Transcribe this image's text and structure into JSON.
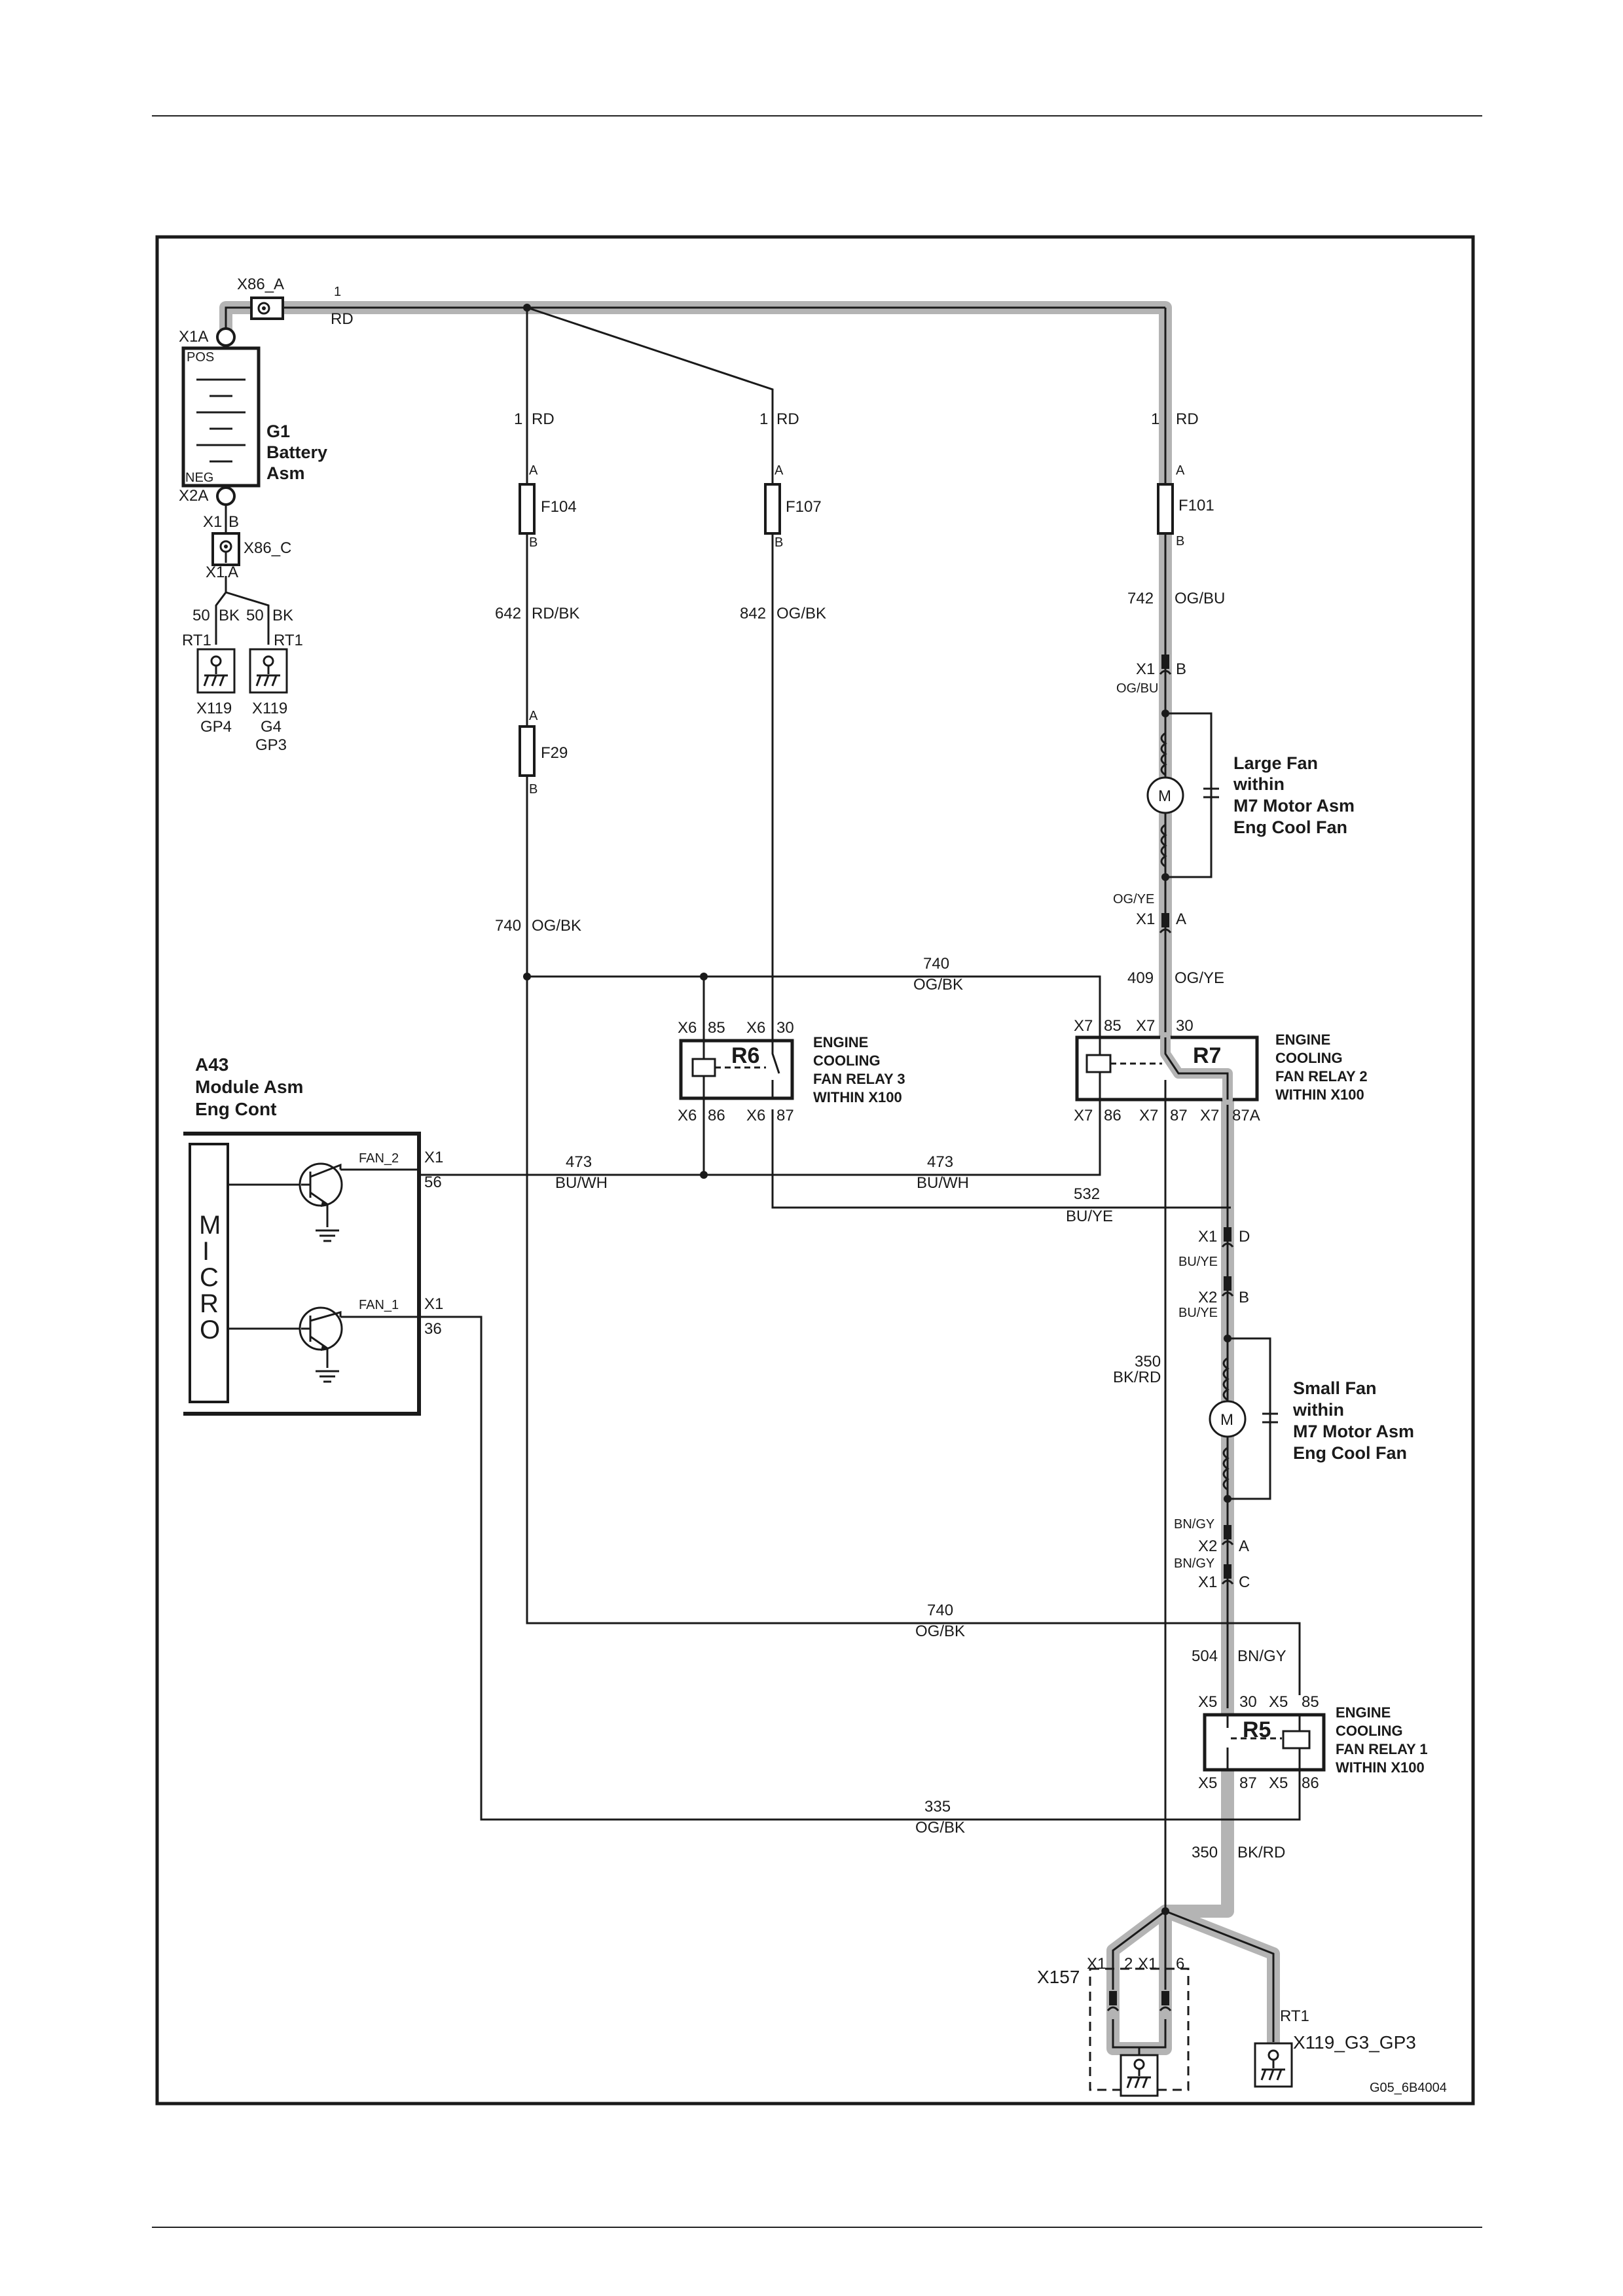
{
  "battery": {
    "ref": "X86_A",
    "circuit": "1",
    "color": "RD",
    "name": "G1",
    "name2": "Battery",
    "name3": "Asm",
    "pos": "POS",
    "neg": "NEG",
    "x1a": "X1A",
    "x2a": "X2A",
    "x1": "X1",
    "b": "B",
    "xc": "X86_C",
    "a": "A"
  },
  "grounds": {
    "w1": "50",
    "c1": "BK",
    "rt": "RT1",
    "g1a": "X119",
    "g1b": "GP4",
    "g2a": "X119",
    "g2b": "G4",
    "g2c": "GP3"
  },
  "f104": {
    "circuit": "1",
    "color": "RD",
    "name": "F104",
    "a": "A",
    "b": "B",
    "out": "642",
    "outc": "RD/BK"
  },
  "f29": {
    "name": "F29",
    "a": "A",
    "b": "B",
    "out": "740",
    "outc": "OG/BK"
  },
  "f107": {
    "circuit": "1",
    "color": "RD",
    "name": "F107",
    "a": "A",
    "b": "B",
    "out": "842",
    "outc": "OG/BK"
  },
  "f101": {
    "circuit": "1",
    "color": "RD",
    "name": "F101",
    "a": "A",
    "b": "B",
    "out": "742",
    "outc": "OG/BU"
  },
  "largefan": {
    "x1": "X1",
    "b": "B",
    "c1": "OG/BU",
    "c2": "OG/YE",
    "a": "A",
    "l1": "Large Fan",
    "l2": "within",
    "l3": "M7 Motor Asm",
    "l4": "Eng Cool Fan",
    "m": "M",
    "out": "409",
    "outc": "OG/YE"
  },
  "bus740": {
    "n": "740",
    "c": "OG/BK"
  },
  "r6": {
    "name": "R6",
    "x6": "X6",
    "p85": "85",
    "p30": "30",
    "p86": "86",
    "p87": "87",
    "l1": "ENGINE",
    "l2": "COOLING",
    "l3": "FAN RELAY 3",
    "l4": "WITHIN X100"
  },
  "r7": {
    "name": "R7",
    "x7": "X7",
    "p85": "85",
    "p30": "30",
    "p86": "86",
    "p87": "87",
    "p87a": "87A",
    "l1": "ENGINE",
    "l2": "COOLING",
    "l3": "FAN RELAY 2",
    "l4": "WITHIN X100"
  },
  "ecm": {
    "l1": "A43",
    "l2": "Module Asm",
    "l3": "Eng Cont",
    "micro": [
      "M",
      "I",
      "C",
      "R",
      "O"
    ],
    "fan2": "FAN_2",
    "fan1": "FAN_1",
    "x1": "X1",
    "p56": "56",
    "p36": "36"
  },
  "w473": {
    "n": "473",
    "c": "BU/WH"
  },
  "w532": {
    "n": "532",
    "c": "BU/YE"
  },
  "smallfan": {
    "x1": "X1",
    "d": "D",
    "c1": "BU/YE",
    "x2": "X2",
    "b": "B",
    "c2": "BU/YE",
    "l1": "Small Fan",
    "l2": "within",
    "l3": "M7 Motor Asm",
    "l4": "Eng Cool Fan",
    "m": "M",
    "c3": "BN/GY",
    "a": "A",
    "c4": "BN/GY",
    "c": "C"
  },
  "w350": {
    "n": "350",
    "c": "BK/RD"
  },
  "w740b": {
    "n": "740",
    "c": "OG/BK"
  },
  "w504": {
    "n": "504",
    "c": "BN/GY"
  },
  "r5": {
    "name": "R5",
    "x5": "X5",
    "p30": "30",
    "p85": "85",
    "p87": "87",
    "p86": "86",
    "l1": "ENGINE",
    "l2": "COOLING",
    "l3": "FAN RELAY 1",
    "l4": "WITHIN X100"
  },
  "w335": {
    "n": "335",
    "c": "OG/BK"
  },
  "w350b": {
    "n": "350",
    "c": "BK/RD"
  },
  "gnd": {
    "x157": "X157",
    "x1": "X1",
    "p2": "2",
    "p6": "6",
    "rt": "RT1",
    "g": "X119_G3_GP3"
  },
  "figure_id": "G05_6B4004"
}
